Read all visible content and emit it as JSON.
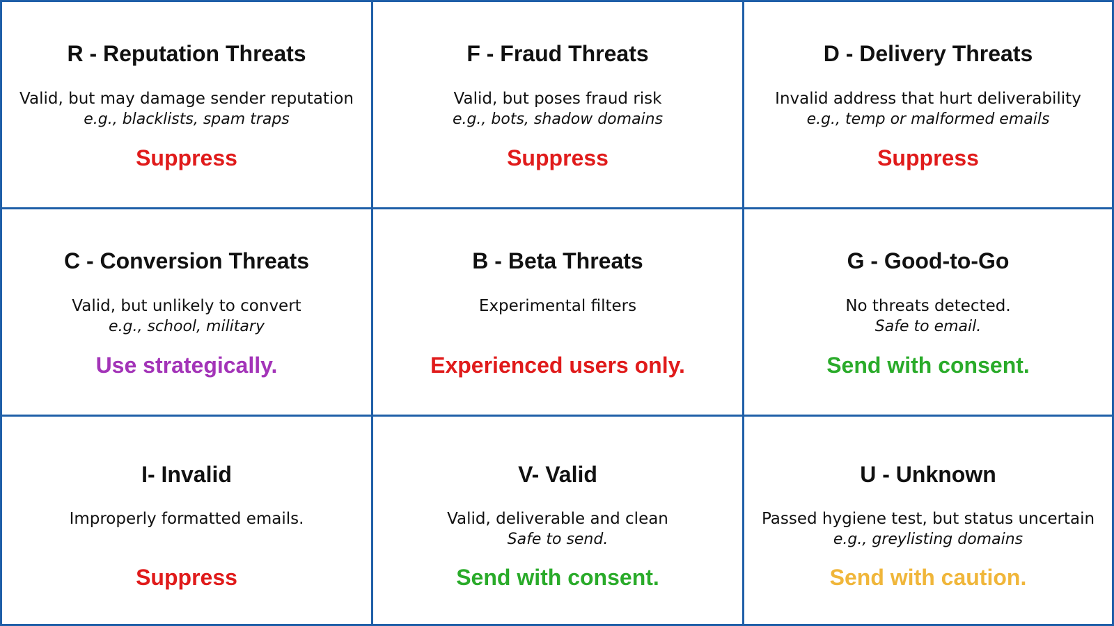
{
  "colors": {
    "border": "#1f5fa8",
    "red": "#e01b1b",
    "purple": "#a334b8",
    "green": "#2aab2a",
    "orange": "#f0b63a"
  },
  "cells": [
    {
      "title": "R - Reputation Threats",
      "line1": "Valid, but may damage sender reputation",
      "line2": "e.g., blacklists, spam traps",
      "action": "Suppress",
      "action_color": "#e01b1b"
    },
    {
      "title": "F - Fraud Threats",
      "line1": "Valid, but poses fraud risk",
      "line2": "e.g., bots, shadow domains",
      "action": "Suppress",
      "action_color": "#e01b1b"
    },
    {
      "title": "D - Delivery Threats",
      "line1": "Invalid address that hurt deliverability",
      "line2": "e.g., temp or malformed emails",
      "action": "Suppress",
      "action_color": "#e01b1b"
    },
    {
      "title": "C - Conversion Threats",
      "line1": "Valid, but unlikely to convert",
      "line2": "e.g., school, military",
      "action": "Use strategically.",
      "action_color": "#a334b8"
    },
    {
      "title": "B - Beta Threats",
      "line1": "Experimental filters",
      "line2": "",
      "action": "Experienced users only.",
      "action_color": "#e01b1b"
    },
    {
      "title": "G - Good-to-Go",
      "line1": "No threats detected.",
      "line2": "Safe to email.",
      "action": "Send with consent.",
      "action_color": "#2aab2a"
    },
    {
      "title": "I- Invalid",
      "line1": "Improperly formatted emails.",
      "line2": "",
      "action": "Suppress",
      "action_color": "#e01b1b"
    },
    {
      "title": "V- Valid",
      "line1": "Valid, deliverable and clean",
      "line2": "Safe to send.",
      "action": "Send with consent.",
      "action_color": "#2aab2a"
    },
    {
      "title": "U - Unknown",
      "line1": "Passed hygiene test, but status uncertain",
      "line2": "e.g., greylisting domains",
      "action": "Send with caution.",
      "action_color": "#f0b63a"
    }
  ]
}
